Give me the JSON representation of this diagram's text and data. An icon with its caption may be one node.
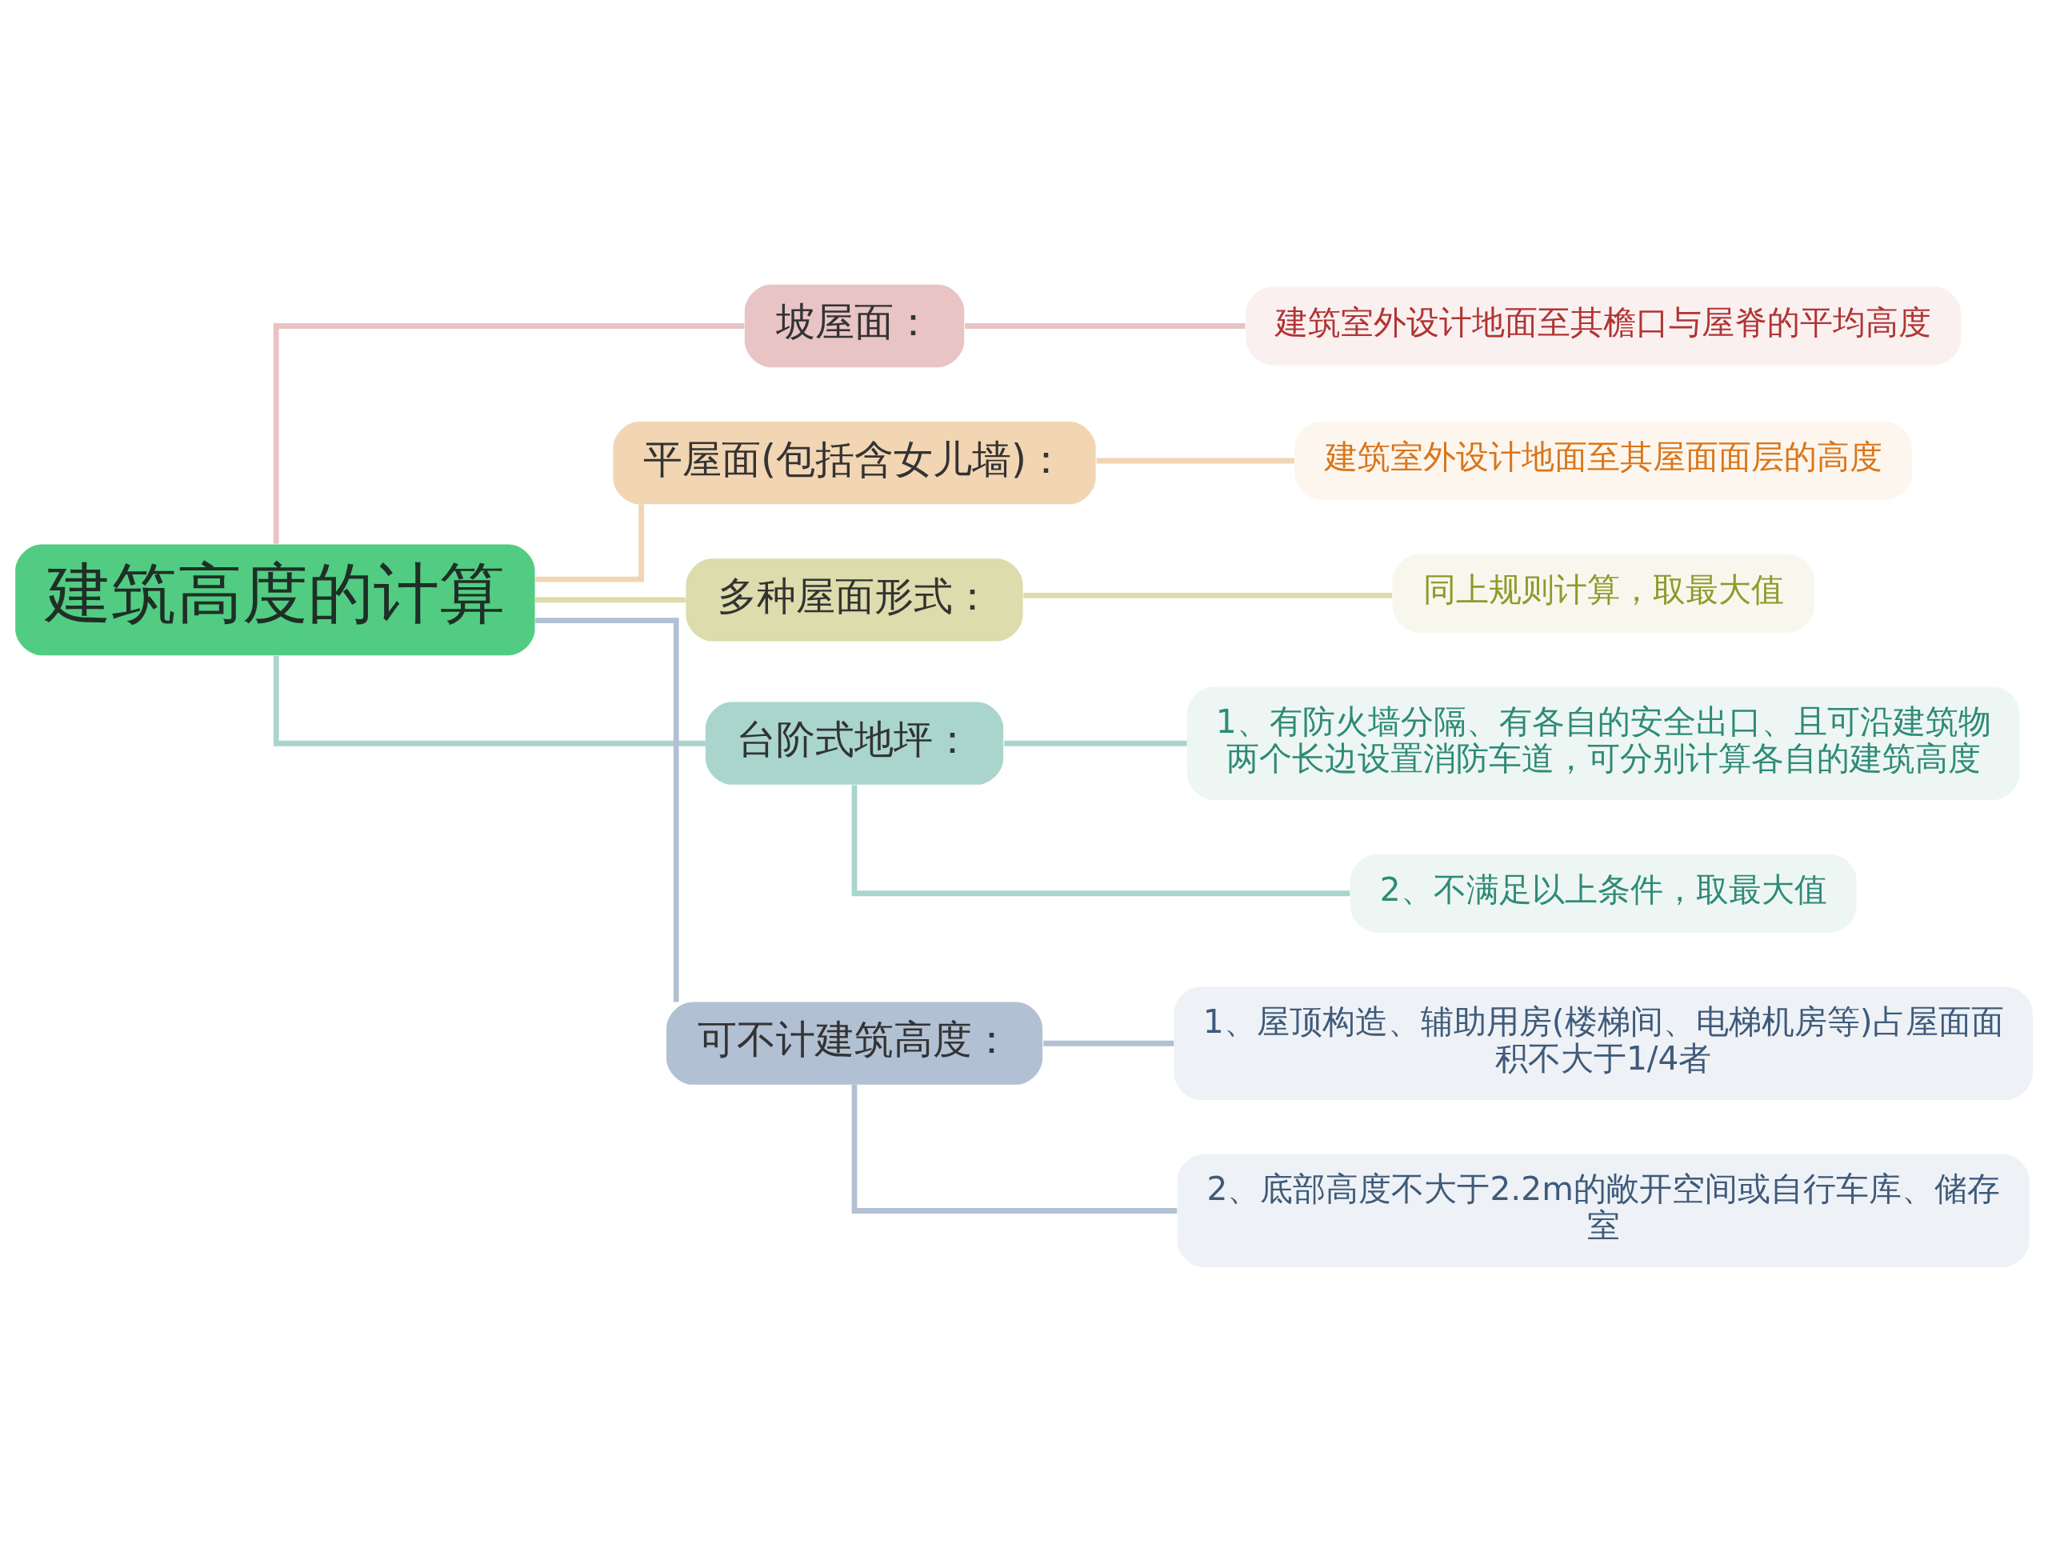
{
  "diagram": {
    "nodes": [
      {
        "text": [
          "建筑高度的计算"
        ]
      },
      {
        "text": [
          "坡屋面："
        ]
      },
      {
        "text": [
          "建筑室外设计地面至其檐口与屋脊的平均高度"
        ]
      },
      {
        "text": [
          "平屋面(包括含女儿墙)："
        ]
      },
      {
        "text": [
          "建筑室外设计地面至其屋面面层的高度"
        ]
      },
      {
        "text": [
          "多种屋面形式："
        ]
      },
      {
        "text": [
          "同上规则计算，取最大值"
        ]
      },
      {
        "text": [
          "台阶式地坪："
        ]
      },
      {
        "text": [
          "1、有防火墙分隔、有各自的安全出口、且可沿建筑物两个长边设置消防车道，可分别计算各自的建筑高度"
        ]
      },
      {
        "text": [
          "2、不满足以上条件，取最大值"
        ]
      },
      {
        "text": [
          "可不计建筑高度："
        ]
      },
      {
        "text": [
          "1、屋顶构造、辅助用房(楼梯间、电梯机房等)占屋面面积不大于1/4者"
        ]
      },
      {
        "text": [
          "2、底部高度不大于2.2m的敞开空间或自行车库、储存室"
        ]
      }
    ],
    "edges": [
      {
        "from": 0,
        "to": 1,
        "arrow": "none",
        "color": "#e8c4c4"
      },
      {
        "from": 1,
        "to": 2,
        "arrow": "none",
        "color": "#e8c4c4"
      },
      {
        "from": 0,
        "to": 3,
        "arrow": "none",
        "color": "#f2d5b3"
      },
      {
        "from": 3,
        "to": 4,
        "arrow": "none",
        "color": "#f2d5b3"
      },
      {
        "from": 0,
        "to": 5,
        "arrow": "none",
        "color": "#dcdcac"
      },
      {
        "from": 5,
        "to": 6,
        "arrow": "none",
        "color": "#dcdcac"
      },
      {
        "from": 0,
        "to": 7,
        "arrow": "none",
        "color": "#a9d5cc"
      },
      {
        "from": 7,
        "to": 8,
        "arrow": "none",
        "color": "#a9d5cc"
      },
      {
        "from": 7,
        "to": 9,
        "arrow": "none",
        "color": "#a9d5cc"
      },
      {
        "from": 0,
        "to": 10,
        "arrow": "none",
        "color": "#b1c0d2"
      },
      {
        "from": 10,
        "to": 11,
        "arrow": "none",
        "color": "#b1c0d2"
      },
      {
        "from": 10,
        "to": 12,
        "arrow": "none",
        "color": "#b1c0d2"
      }
    ]
  }
}
